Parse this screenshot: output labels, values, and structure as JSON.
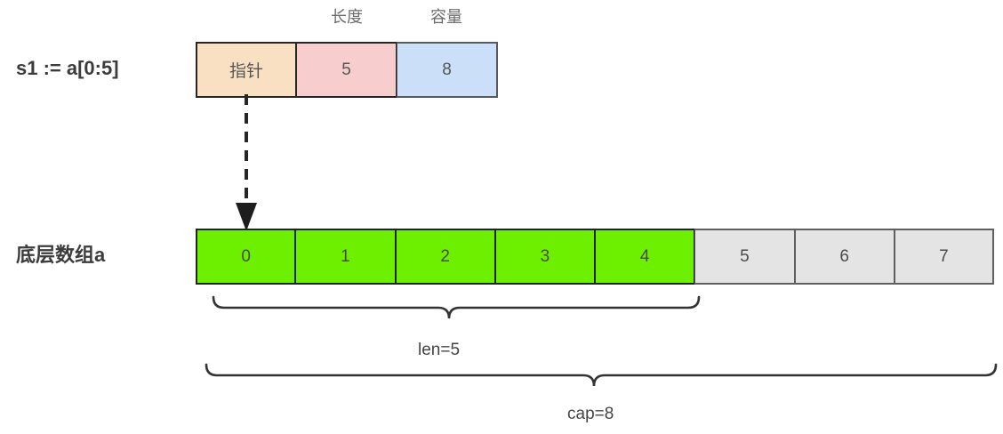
{
  "diagram": {
    "title": "Go slice s1 := a[0:5] over backing array a",
    "colors": {
      "pointer_cell": "#fae0c3",
      "length_cell": "#f8cdcd",
      "capacity_cell": "#cbdff8",
      "array_used_cell": "#6cf000",
      "array_free_cell": "#e4e4e4",
      "stroke_dark": "#262626",
      "stroke_light": "#5f5f5f",
      "text": "#555555",
      "background": "#ffffff"
    }
  },
  "row_labels": {
    "slice": "s1 := a[0:5]",
    "array": "底层数组a"
  },
  "column_captions": {
    "length": "长度",
    "capacity": "容量"
  },
  "slice_header": {
    "fields": [
      {
        "name": "pointer",
        "value": "指针"
      },
      {
        "name": "length",
        "value": "5"
      },
      {
        "name": "capacity",
        "value": "8"
      }
    ]
  },
  "backing_array": {
    "cells": [
      {
        "index": "0",
        "state": "used"
      },
      {
        "index": "1",
        "state": "used"
      },
      {
        "index": "2",
        "state": "used"
      },
      {
        "index": "3",
        "state": "used"
      },
      {
        "index": "4",
        "state": "used"
      },
      {
        "index": "5",
        "state": "free"
      },
      {
        "index": "6",
        "state": "free"
      },
      {
        "index": "7",
        "state": "free"
      }
    ]
  },
  "annotations": {
    "len_brace_label": "len=5",
    "cap_brace_label": "cap=8"
  }
}
